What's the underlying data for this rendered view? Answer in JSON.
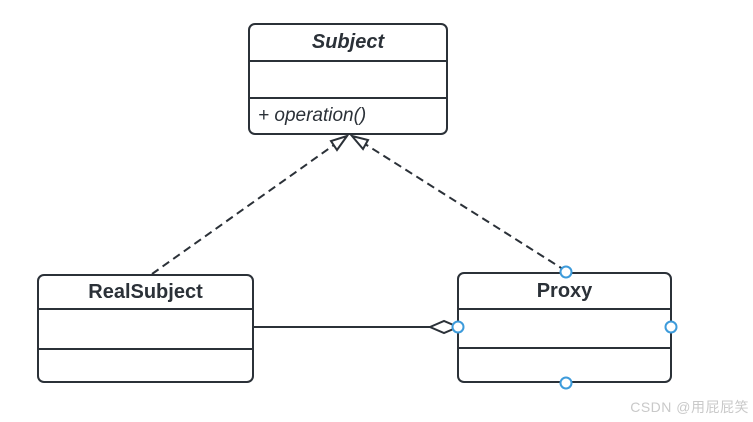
{
  "diagram": {
    "classes": {
      "subject": {
        "name": "Subject",
        "operation": "+ operation()"
      },
      "real_subject": {
        "name": "RealSubject"
      },
      "proxy": {
        "name": "Proxy"
      }
    },
    "relationships": [
      {
        "type": "realization",
        "from": "RealSubject",
        "to": "Subject"
      },
      {
        "type": "realization",
        "from": "Proxy",
        "to": "Subject"
      },
      {
        "type": "aggregation",
        "from": "RealSubject",
        "to": "Proxy"
      }
    ],
    "selection": {
      "selected_class": "Proxy",
      "handle_count": 4
    },
    "watermark": "CSDN @用屁屁笑",
    "colors": {
      "stroke": "#2b3138",
      "selection_handle": "#3d9bdb",
      "watermark": "#c9c9c9",
      "background": "#ffffff"
    }
  }
}
